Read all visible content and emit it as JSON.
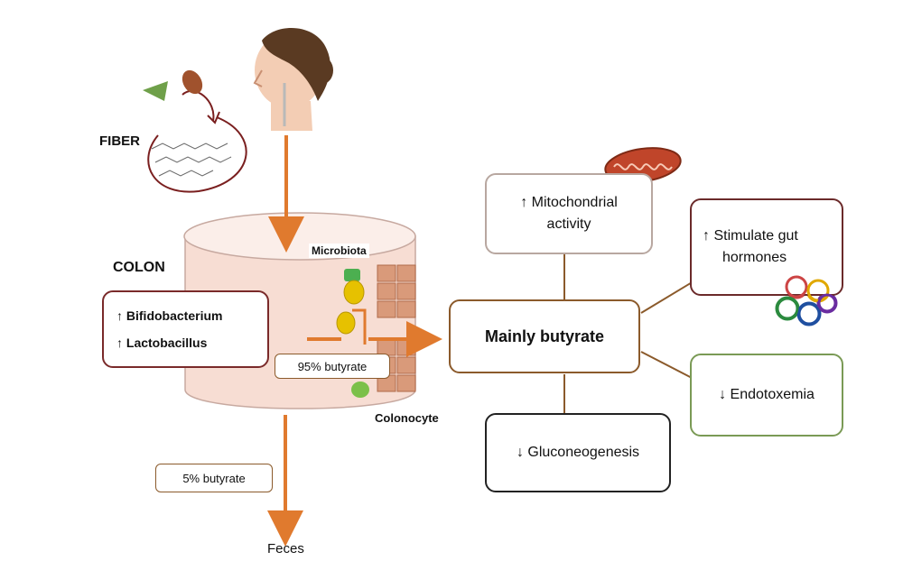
{
  "labels": {
    "fiber": "FIBER",
    "colon": "COLON",
    "microbiota": "Microbiota",
    "colonocyte": "Colonocyte",
    "feces": "Feces"
  },
  "colon_box": {
    "line1": "↑ Bifidobacterium",
    "line2": "↑ Lactobacillus"
  },
  "butyrate_95": "95% butyrate",
  "butyrate_5": "5% butyrate",
  "center": "Mainly butyrate",
  "effects": {
    "mitochondrial": [
      "↑ Mitochondrial",
      "activity"
    ],
    "gut_hormones": [
      "↑ Stimulate gut",
      "hormones"
    ],
    "endotoxemia": "↓ Endotoxemia",
    "gluconeogenesis": "↓ Gluconeogenesis"
  },
  "colors": {
    "arrow": "#e07a2e",
    "colon_fill": "#f7ddd3",
    "colon_box_border": "#7a2a2a",
    "mito_border": "#b8a7a0",
    "hormone_border": "#6b2a2a",
    "endotox_border": "#7a9a55",
    "gluco_border": "#222222",
    "center_border": "#8b5a2b"
  }
}
